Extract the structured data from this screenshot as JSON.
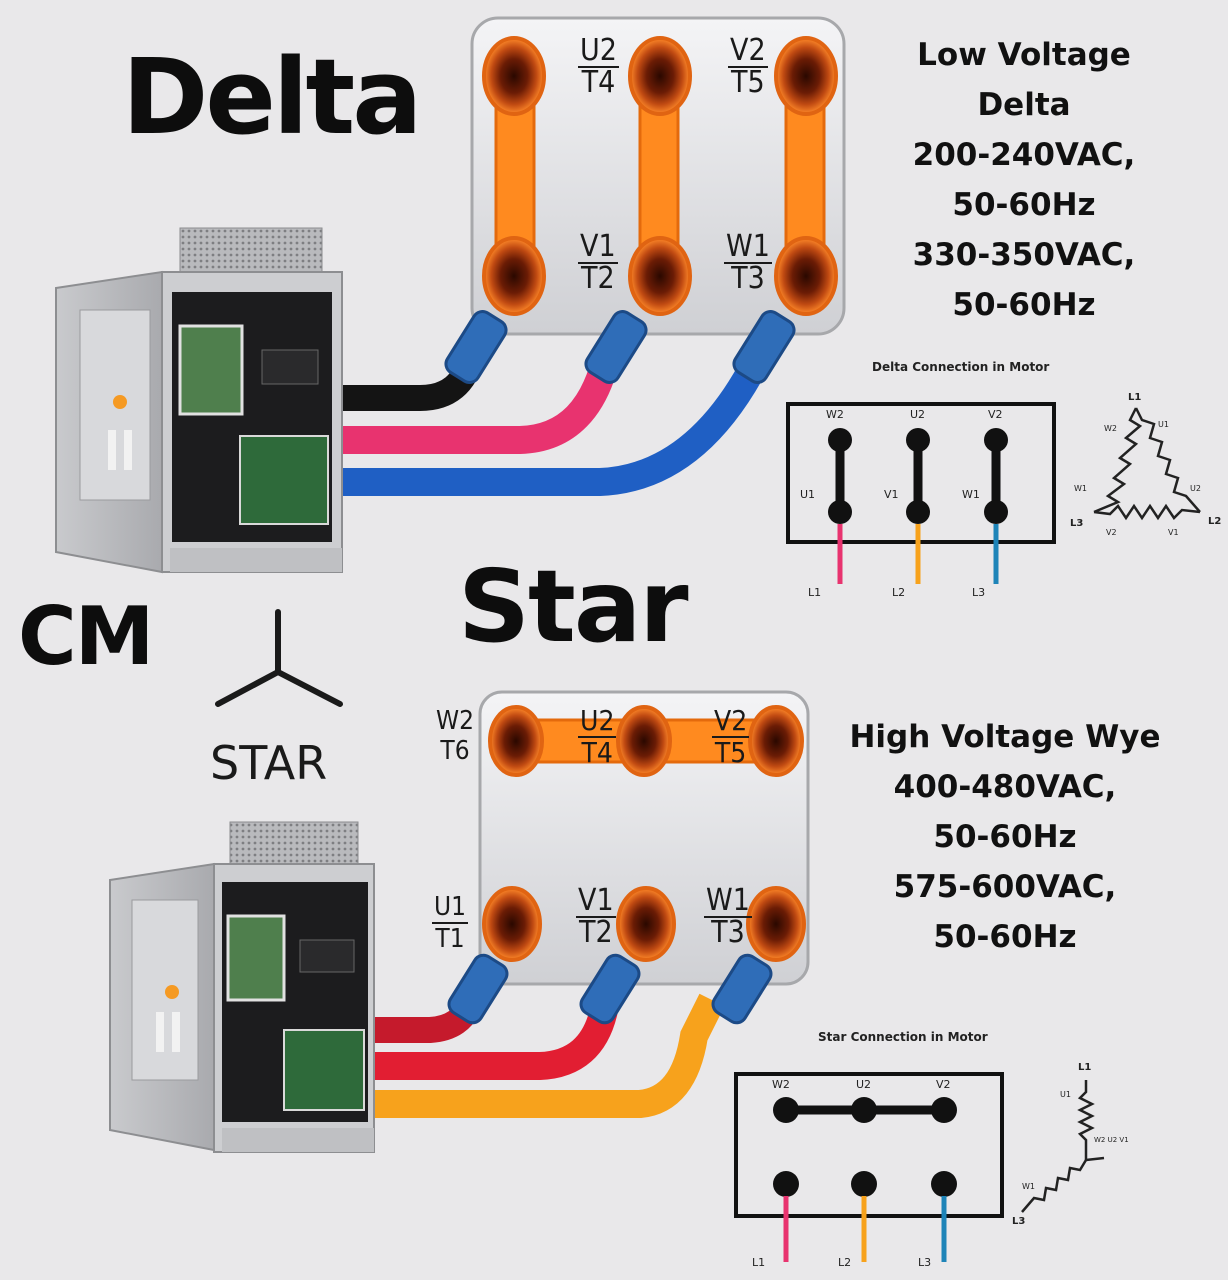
{
  "titles": {
    "delta": "Delta",
    "star": "Star",
    "cm": "CM",
    "star_symbol": "STAR"
  },
  "delta_spec": {
    "lines": [
      "Low Voltage",
      "Delta",
      "200-240VAC,",
      "50-60Hz",
      "330-350VAC,",
      "50-60Hz"
    ]
  },
  "star_spec": {
    "lines": [
      "High Voltage Wye",
      "400-480VAC,",
      "50-60Hz",
      "575-600VAC,",
      "50-60Hz"
    ]
  },
  "delta_terminals": {
    "u2": {
      "top": "U2",
      "bottom": "T4"
    },
    "v2": {
      "top": "V2",
      "bottom": "T5"
    },
    "v1": {
      "top": "V1",
      "bottom": "T2"
    },
    "w1": {
      "top": "W1",
      "bottom": "T3"
    }
  },
  "star_terminals": {
    "w2": {
      "top": "W2",
      "bottom": "T6"
    },
    "u2": {
      "top": "U2",
      "bottom": "T4"
    },
    "v2": {
      "top": "V2",
      "bottom": "T5"
    },
    "u1": {
      "top": "U1",
      "bottom": "T1"
    },
    "v1": {
      "top": "V1",
      "bottom": "T2"
    },
    "w1": {
      "top": "W1",
      "bottom": "T3"
    }
  },
  "delta_schematic": {
    "title": "Delta Connection in Motor",
    "top_labels": [
      "W2",
      "U2",
      "V2"
    ],
    "side_labels": [
      "U1",
      "V1",
      "W1"
    ],
    "line_labels": [
      "L1",
      "L2",
      "L3"
    ],
    "triangle_labels": {
      "l1": "L1",
      "l2": "L2",
      "l3": "L3",
      "w2": "W2",
      "u1": "U1",
      "w1": "W1",
      "u2": "U2",
      "v2": "V2",
      "v1": "V1"
    }
  },
  "star_schematic": {
    "title": "Star Connection in Motor",
    "top_labels": [
      "W2",
      "U2",
      "V2"
    ],
    "line_labels": [
      "L1",
      "L2",
      "L3"
    ],
    "wye_labels": {
      "l1": "L1",
      "u1": "U1",
      "center": "W2 U2 V1",
      "w1": "W1",
      "l3": "L3"
    }
  },
  "colors": {
    "black_wire": "#141414",
    "pink_wire": "#e8336f",
    "blue_wire": "#1f5fc4",
    "red_wire": "#e21e32",
    "orange_wire": "#f7a21c",
    "jumper": "#ff8a1f",
    "cable_lug": "#2f6db8"
  }
}
